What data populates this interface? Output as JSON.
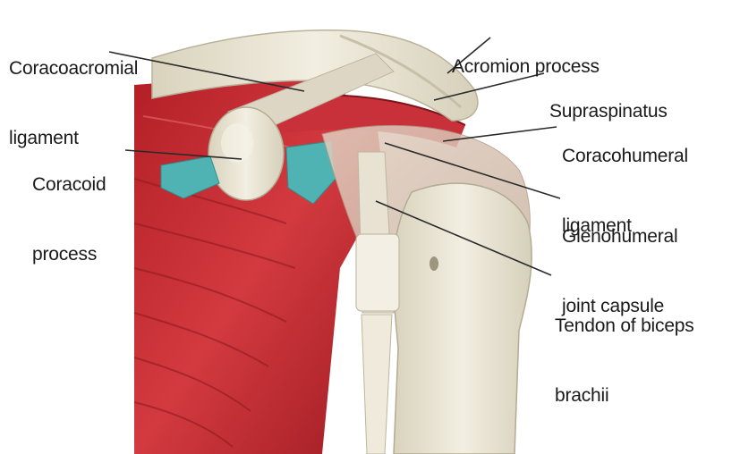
{
  "labels": {
    "coracoacromial_ligament": {
      "line1": "Coracoacromial",
      "line2": "ligament"
    },
    "coracoid_process": {
      "line1": "Coracoid",
      "line2": "process"
    },
    "acromion_process": {
      "line1": "Acromion process"
    },
    "supraspinatus": {
      "line1": "Supraspinatus"
    },
    "coracohumeral_ligament": {
      "line1": "Coracohumeral",
      "line2": "ligament"
    },
    "glenohumeral_joint_capsule": {
      "line1": "Glenohumeral",
      "line2": "joint capsule"
    },
    "tendon_of_biceps_brachii": {
      "line1": "Tendon of biceps",
      "line2": "brachii"
    }
  },
  "colors": {
    "muscle": "#c0242c",
    "muscle_dark": "#8f1a1f",
    "bone": "#eeeadb",
    "bone_shadow": "#cfc9b3",
    "cartilage": "#4fb3b3",
    "leader_line": "#2a2a2a"
  }
}
